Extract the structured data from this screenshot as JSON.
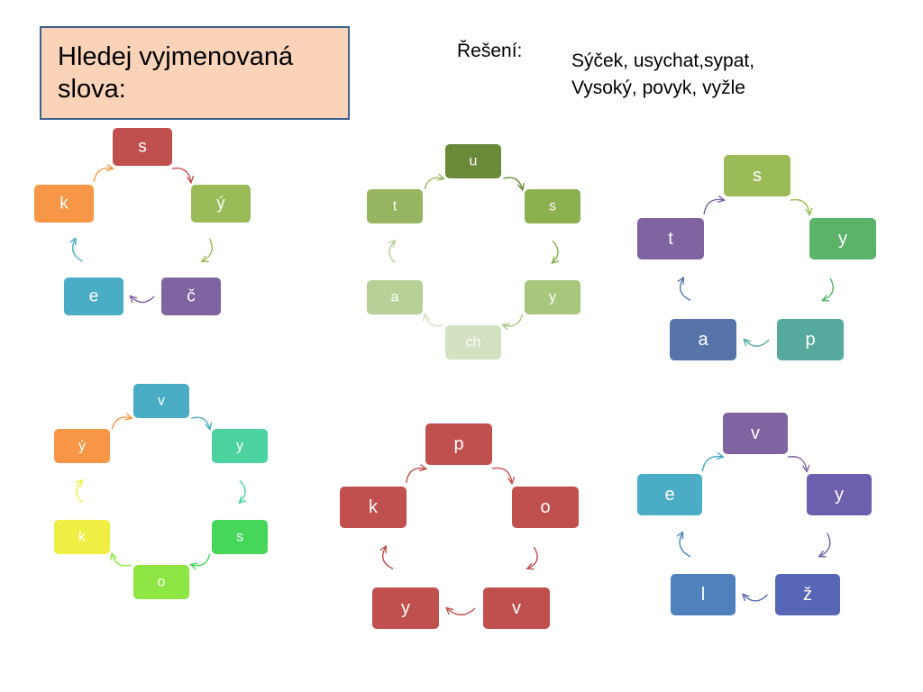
{
  "title": "Hledej vyjmenovaná slova:",
  "solution": {
    "label": "Řešení:",
    "lines": [
      "Sýček, usychat,sypat,",
      "Vysoký, povyk, vyžle"
    ]
  },
  "cycles": [
    {
      "name": "cycle-sycek",
      "letters": [
        "s",
        "ý",
        "č",
        "e",
        "k"
      ],
      "colors": [
        "#c0504d",
        "#9bbb59",
        "#8064a2",
        "#4bacc6",
        "#f79646"
      ]
    },
    {
      "name": "cycle-usychat",
      "letters": [
        "u",
        "s",
        "y",
        "ch",
        "a",
        "t"
      ],
      "colors": [
        "#6a8a3a",
        "#8bb04f",
        "#a7c77c",
        "#d3e2c0",
        "#b8d097",
        "#98b561"
      ]
    },
    {
      "name": "cycle-sypat",
      "letters": [
        "s",
        "y",
        "p",
        "a",
        "t"
      ],
      "colors": [
        "#9bbb59",
        "#5bb36a",
        "#56aa9d",
        "#5674aa",
        "#8064a2"
      ]
    },
    {
      "name": "cycle-vysoky",
      "letters": [
        "v",
        "y",
        "s",
        "o",
        "k",
        "ý"
      ],
      "colors": [
        "#4bacc6",
        "#4dd3a0",
        "#45d65a",
        "#8ee644",
        "#eeee44",
        "#f79646"
      ]
    },
    {
      "name": "cycle-povyk",
      "letters": [
        "p",
        "o",
        "v",
        "y",
        "k"
      ],
      "colors": [
        "#c0504d",
        "#c0504d",
        "#c0504d",
        "#c0504d",
        "#c0504d"
      ]
    },
    {
      "name": "cycle-vyzle",
      "letters": [
        "v",
        "y",
        "ž",
        "l",
        "e"
      ],
      "colors": [
        "#8064a2",
        "#6d5fae",
        "#5867b5",
        "#4f81bd",
        "#4bacc6"
      ]
    }
  ]
}
